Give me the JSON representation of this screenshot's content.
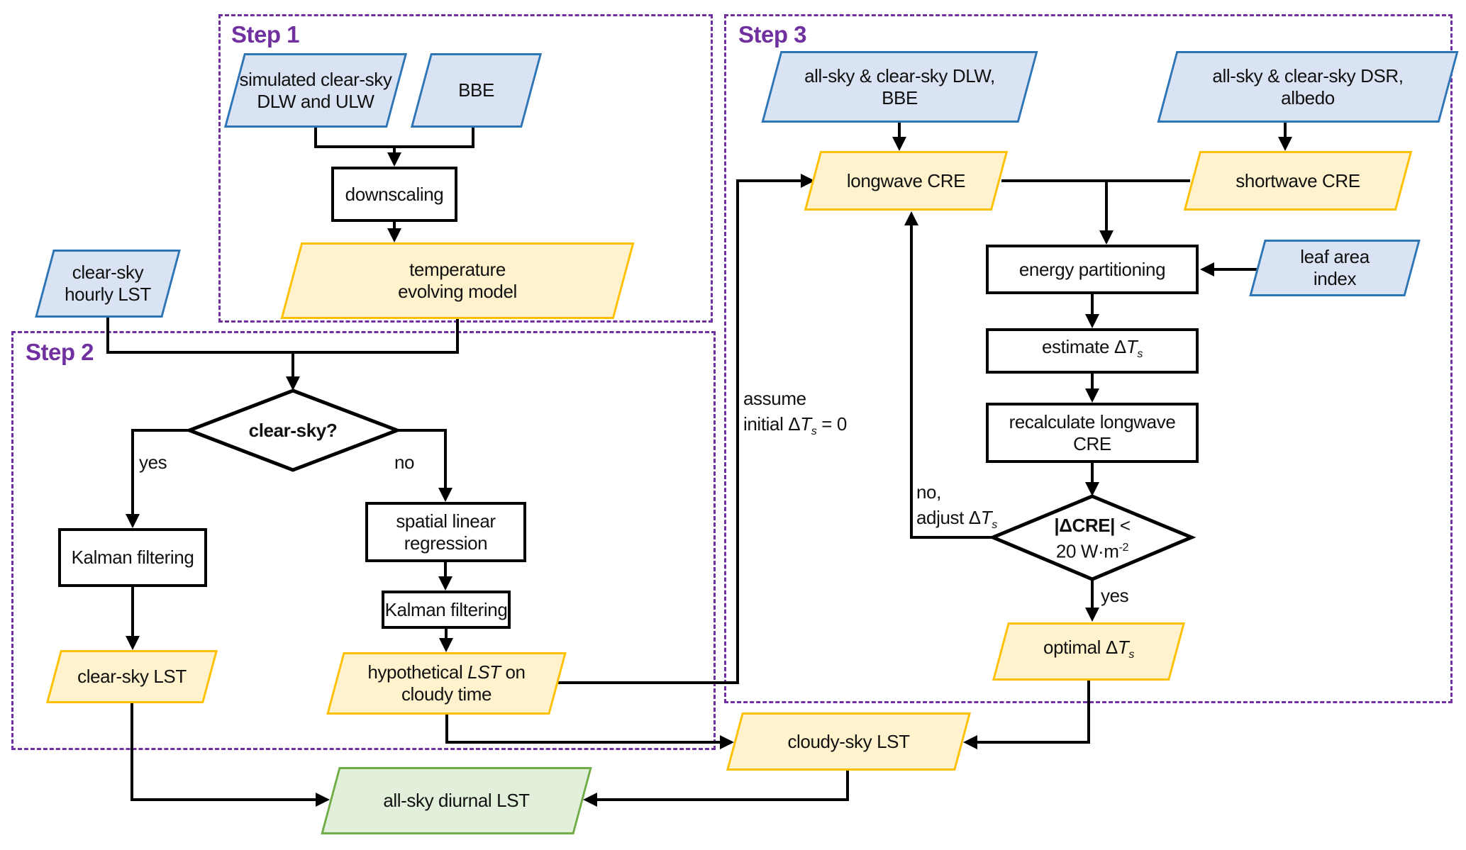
{
  "steps": {
    "step1_label": "Step 1",
    "step2_label": "Step 2",
    "step3_label": "Step 3"
  },
  "nodes": {
    "simulated_clear_sky": {
      "line1": "simulated clear-sky",
      "line2": "DLW and ULW"
    },
    "bbe": {
      "label": "BBE"
    },
    "downscaling": {
      "label": "downscaling"
    },
    "temperature_evolving_model": {
      "line1": "temperature",
      "line2": "evolving model"
    },
    "clear_sky_hourly_lst": {
      "line1": "clear-sky",
      "line2": "hourly LST"
    },
    "clear_sky_decision": {
      "label": "clear-sky?"
    },
    "kalman_filtering_left": {
      "label": "Kalman filtering"
    },
    "spatial_linear_regression": {
      "line1": "spatial linear",
      "line2": "regression"
    },
    "kalman_filtering_right": {
      "label": "Kalman filtering"
    },
    "clear_sky_lst": {
      "label": "clear-sky LST"
    },
    "hypothetical_lst": {
      "line1_pre": "hypothetical ",
      "line1_italic": "LST",
      "line1_post": " on",
      "line2": "cloudy time"
    },
    "all_sky_clear_sky_dlw": {
      "line1": "all-sky & clear-sky DLW,",
      "line2": "BBE"
    },
    "all_sky_clear_sky_dsr": {
      "line1": "all-sky & clear-sky DSR,",
      "line2": "albedo"
    },
    "longwave_cre": {
      "label": "longwave CRE"
    },
    "shortwave_cre": {
      "label": "shortwave CRE"
    },
    "energy_partitioning": {
      "label": "energy partitioning"
    },
    "leaf_area_index": {
      "line1": "leaf area",
      "line2": "index"
    },
    "estimate_delta_ts": {
      "pre": "estimate Δ",
      "var": "T",
      "sub": "s"
    },
    "recalculate_longwave_cre": {
      "line1": "recalculate longwave",
      "line2": "CRE"
    },
    "delta_cre_decision": {
      "line1_bold": "|ΔCRE|",
      "line1_rest": " <",
      "line2_pre": "20 W·m",
      "line2_sup": "-2"
    },
    "optimal_delta_ts": {
      "pre": "optimal Δ",
      "var": "T",
      "sub": "s"
    },
    "cloudy_sky_lst": {
      "label": "cloudy-sky LST"
    },
    "all_sky_diurnal_lst": {
      "label": "all-sky diurnal LST"
    }
  },
  "edge_labels": {
    "yes_clear_sky": "yes",
    "no_clear_sky": "no",
    "assume_line1": "assume",
    "assume_line2_pre": "initial Δ",
    "assume_var": "T",
    "assume_sub": "s",
    "assume_line2_post": " = 0",
    "no_adjust_line1": "no,",
    "no_adjust_line2_pre": "adjust Δ",
    "no_adjust_var": "T",
    "no_adjust_sub": "s",
    "yes_cre": "yes"
  },
  "colors": {
    "input_fill": "#dae3f3",
    "input_border": "#2e75b6",
    "intermediate_fill": "#fff2cc",
    "intermediate_border": "#ffc000",
    "final_fill": "#e2efda",
    "final_border": "#70ad47",
    "process_fill": "#ffffff",
    "process_border": "#000000",
    "step_box_border": "#7030a0",
    "connector": "#000000"
  }
}
